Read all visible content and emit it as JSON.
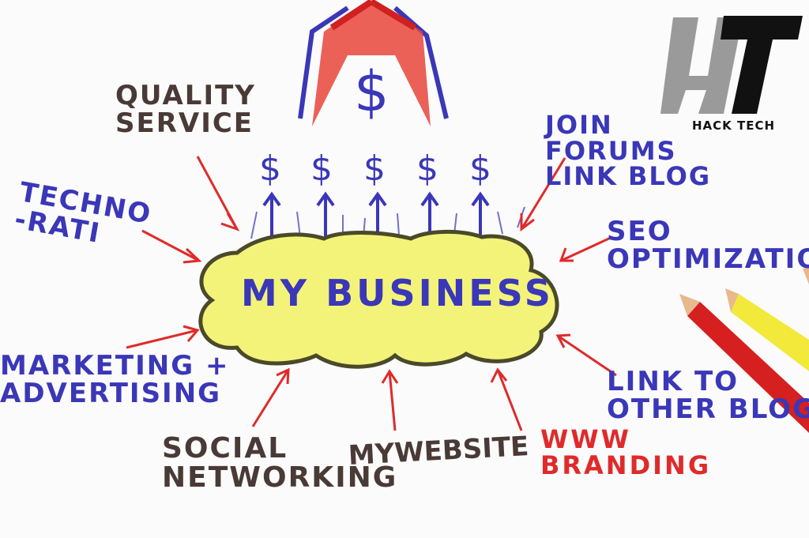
{
  "center": {
    "label": "MY BUSINESS"
  },
  "labels": {
    "quality_service": "QUALITY\nSERVICE",
    "technorati": "TECHNO\n-RATI",
    "marketing": "MARKETING +\nADVERTISING",
    "social": "SOCIAL\nNETWORKING",
    "my_website": "MYWEBSITE",
    "www_branding": "WWW\nBRANDING",
    "link_to_other_blogs": "LINK TO\nOTHER BLOGS",
    "seo": "SEO\nOPTIMIZATION",
    "join_forums": "JOIN\nFORUMS\nLINK BLOG",
    "dollar": "$"
  },
  "logo": {
    "mark": "HT",
    "name": "HACK TECH"
  },
  "colors": {
    "blue_ink": "#3a37b8",
    "brown_ink": "#4a3a36",
    "red_ink": "#e02a2a",
    "cloud_fill": "#f3f37a"
  }
}
